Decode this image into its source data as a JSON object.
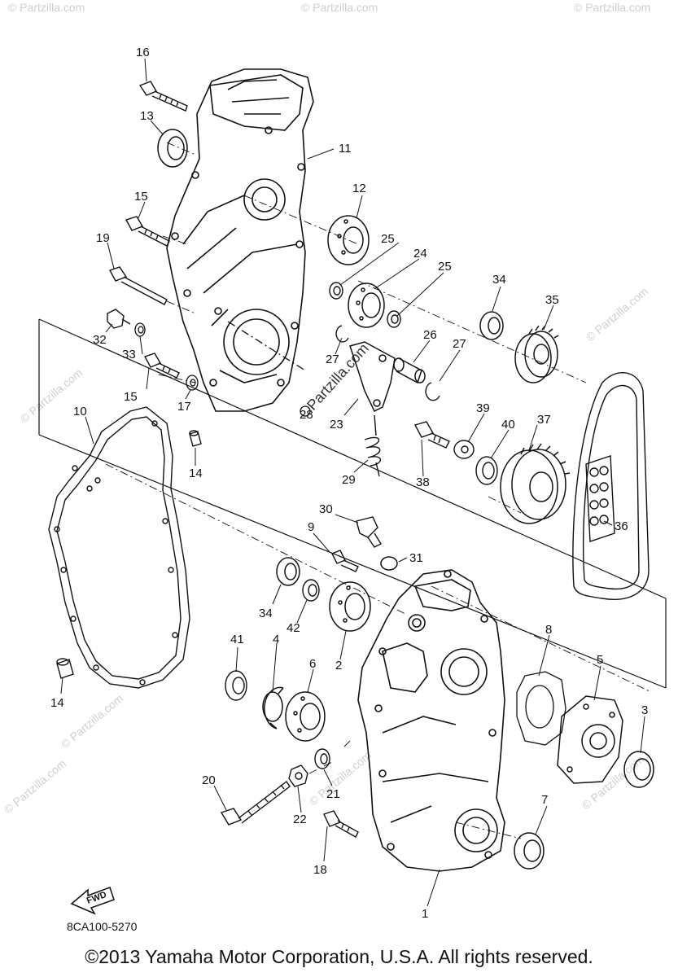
{
  "diagram": {
    "labels": {
      "n1": "1",
      "n2": "2",
      "n3": "3",
      "n4": "4",
      "n5": "5",
      "n6": "6",
      "n7": "7",
      "n8": "8",
      "n9": "9",
      "n10": "10",
      "n11": "11",
      "n12": "12",
      "n13": "13",
      "n14a": "14",
      "n14b": "14",
      "n15a": "15",
      "n15b": "15",
      "n16": "16",
      "n17": "17",
      "n18": "18",
      "n19": "19",
      "n20": "20",
      "n21": "21",
      "n22": "22",
      "n23": "23",
      "n24": "24",
      "n25a": "25",
      "n25b": "25",
      "n26": "26",
      "n27a": "27",
      "n27b": "27",
      "n28": "28",
      "n29": "29",
      "n30": "30",
      "n31": "31",
      "n32": "32",
      "n33": "33",
      "n34a": "34",
      "n34b": "34",
      "n35": "35",
      "n36": "36",
      "n37": "37",
      "n38": "38",
      "n39": "39",
      "n40": "40",
      "n41": "41",
      "n42": "42"
    },
    "fwd_label": "FWD",
    "drawing_code": "8CA100-5270",
    "watermark": "© Partzilla.com",
    "watermark_center": "Partzilla.com"
  },
  "footer": {
    "copyright": "©2013  Yamaha Motor Corporation, U.S.A. All rights reserved."
  },
  "colors": {
    "ink": "#111111",
    "watermark": "#cfcfcf",
    "background": "#ffffff"
  }
}
